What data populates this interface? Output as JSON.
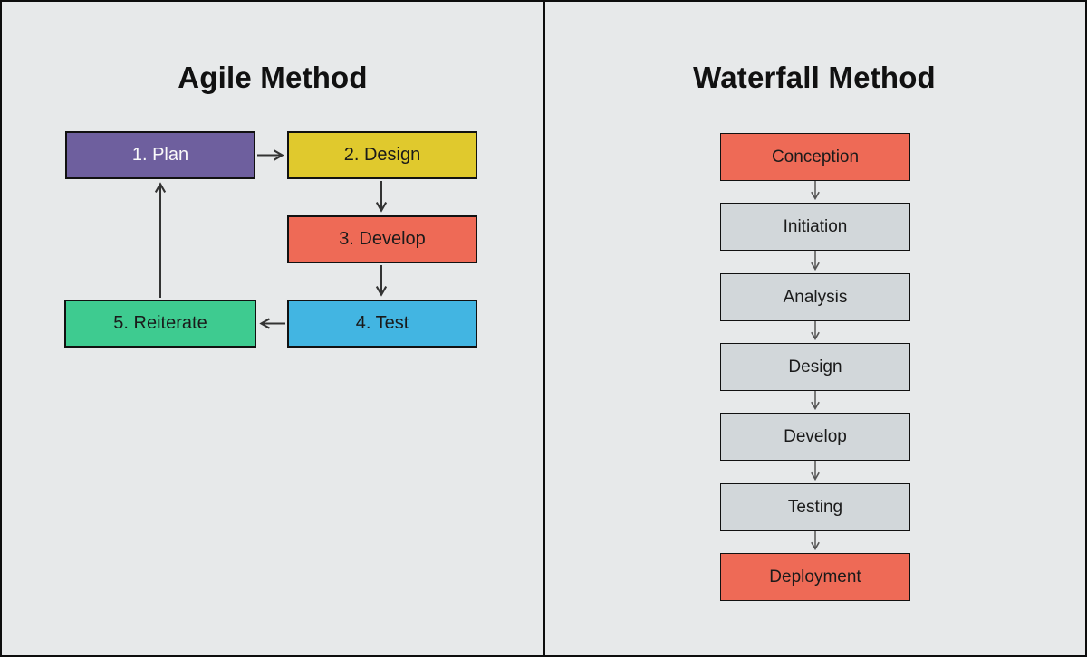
{
  "colors": {
    "background": "#e7e9ea",
    "frame_border": "#0d0d0d",
    "node_border": "#111111",
    "purple": "#6e5f9e",
    "yellow": "#e0c92d",
    "coral": "#ee6a56",
    "blue": "#42b5e2",
    "green": "#3ecb90",
    "gray": "#d2d7da",
    "arrow_dark": "#333333",
    "arrow_gray": "#555555"
  },
  "agile": {
    "title": "Agile Method",
    "nodes": [
      {
        "label": "1. Plan",
        "fill": "#6e5f9e",
        "text": "#fafafa"
      },
      {
        "label": "2. Design",
        "fill": "#e0c92d",
        "text": "#1a1a1a"
      },
      {
        "label": "3. Develop",
        "fill": "#ee6a56",
        "text": "#1a1a1a"
      },
      {
        "label": "4. Test",
        "fill": "#42b5e2",
        "text": "#1a1a1a"
      },
      {
        "label": "5. Reiterate",
        "fill": "#3ecb90",
        "text": "#1a1a1a"
      }
    ],
    "edges": [
      {
        "from": "1. Plan",
        "to": "2. Design"
      },
      {
        "from": "2. Design",
        "to": "3. Develop"
      },
      {
        "from": "3. Develop",
        "to": "4. Test"
      },
      {
        "from": "4. Test",
        "to": "5. Reiterate"
      },
      {
        "from": "5. Reiterate",
        "to": "1. Plan"
      }
    ]
  },
  "waterfall": {
    "title": "Waterfall Method",
    "nodes": [
      {
        "label": "Conception",
        "fill": "#ee6a56",
        "text": "#1a1a1a"
      },
      {
        "label": "Initiation",
        "fill": "#d2d7da",
        "text": "#1a1a1a"
      },
      {
        "label": "Analysis",
        "fill": "#d2d7da",
        "text": "#1a1a1a"
      },
      {
        "label": "Design",
        "fill": "#d2d7da",
        "text": "#1a1a1a"
      },
      {
        "label": "Develop",
        "fill": "#d2d7da",
        "text": "#1a1a1a"
      },
      {
        "label": "Testing",
        "fill": "#d2d7da",
        "text": "#1a1a1a"
      },
      {
        "label": "Deployment",
        "fill": "#ee6a56",
        "text": "#1a1a1a"
      }
    ],
    "edges": [
      {
        "from": "Conception",
        "to": "Initiation"
      },
      {
        "from": "Initiation",
        "to": "Analysis"
      },
      {
        "from": "Analysis",
        "to": "Design"
      },
      {
        "from": "Design",
        "to": "Develop"
      },
      {
        "from": "Develop",
        "to": "Testing"
      },
      {
        "from": "Testing",
        "to": "Deployment"
      }
    ]
  }
}
